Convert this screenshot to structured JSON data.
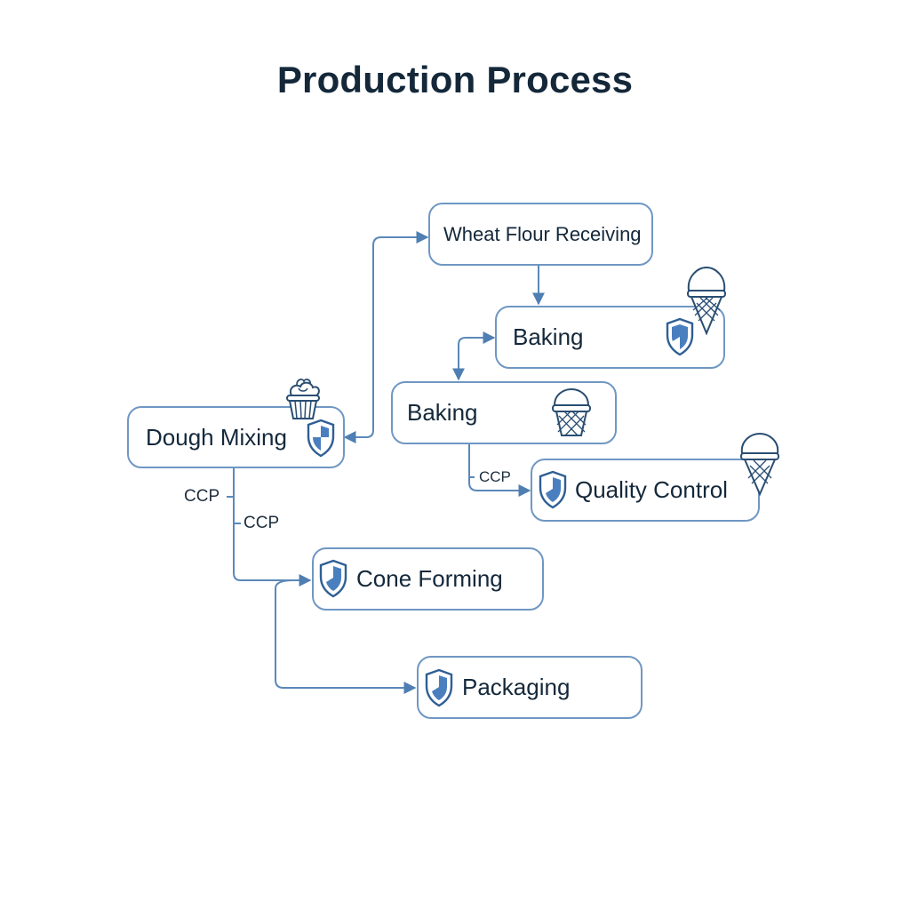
{
  "title": "Production Process",
  "nodes": {
    "wheat_flour": "Wheat Flour Receiving",
    "baking_1": "Baking",
    "baking_2": "Baking",
    "dough_mixing": "Dough Mixing",
    "quality_control": "Quality Control",
    "cone_forming": "Cone Forming",
    "packaging": "Packaging"
  },
  "labels": {
    "ccp_1": "CCP",
    "ccp_2": "CCP",
    "ccp_3": "CCP"
  },
  "icons": {
    "shield": "shield-icon",
    "ice_cream_cone": "ice-cream-cone-icon",
    "cupcake": "cupcake-icon"
  },
  "colors": {
    "accent": "#4a7fbf",
    "border": "#6f97c3",
    "connector": "#5a88b8",
    "title": "#14283a"
  }
}
